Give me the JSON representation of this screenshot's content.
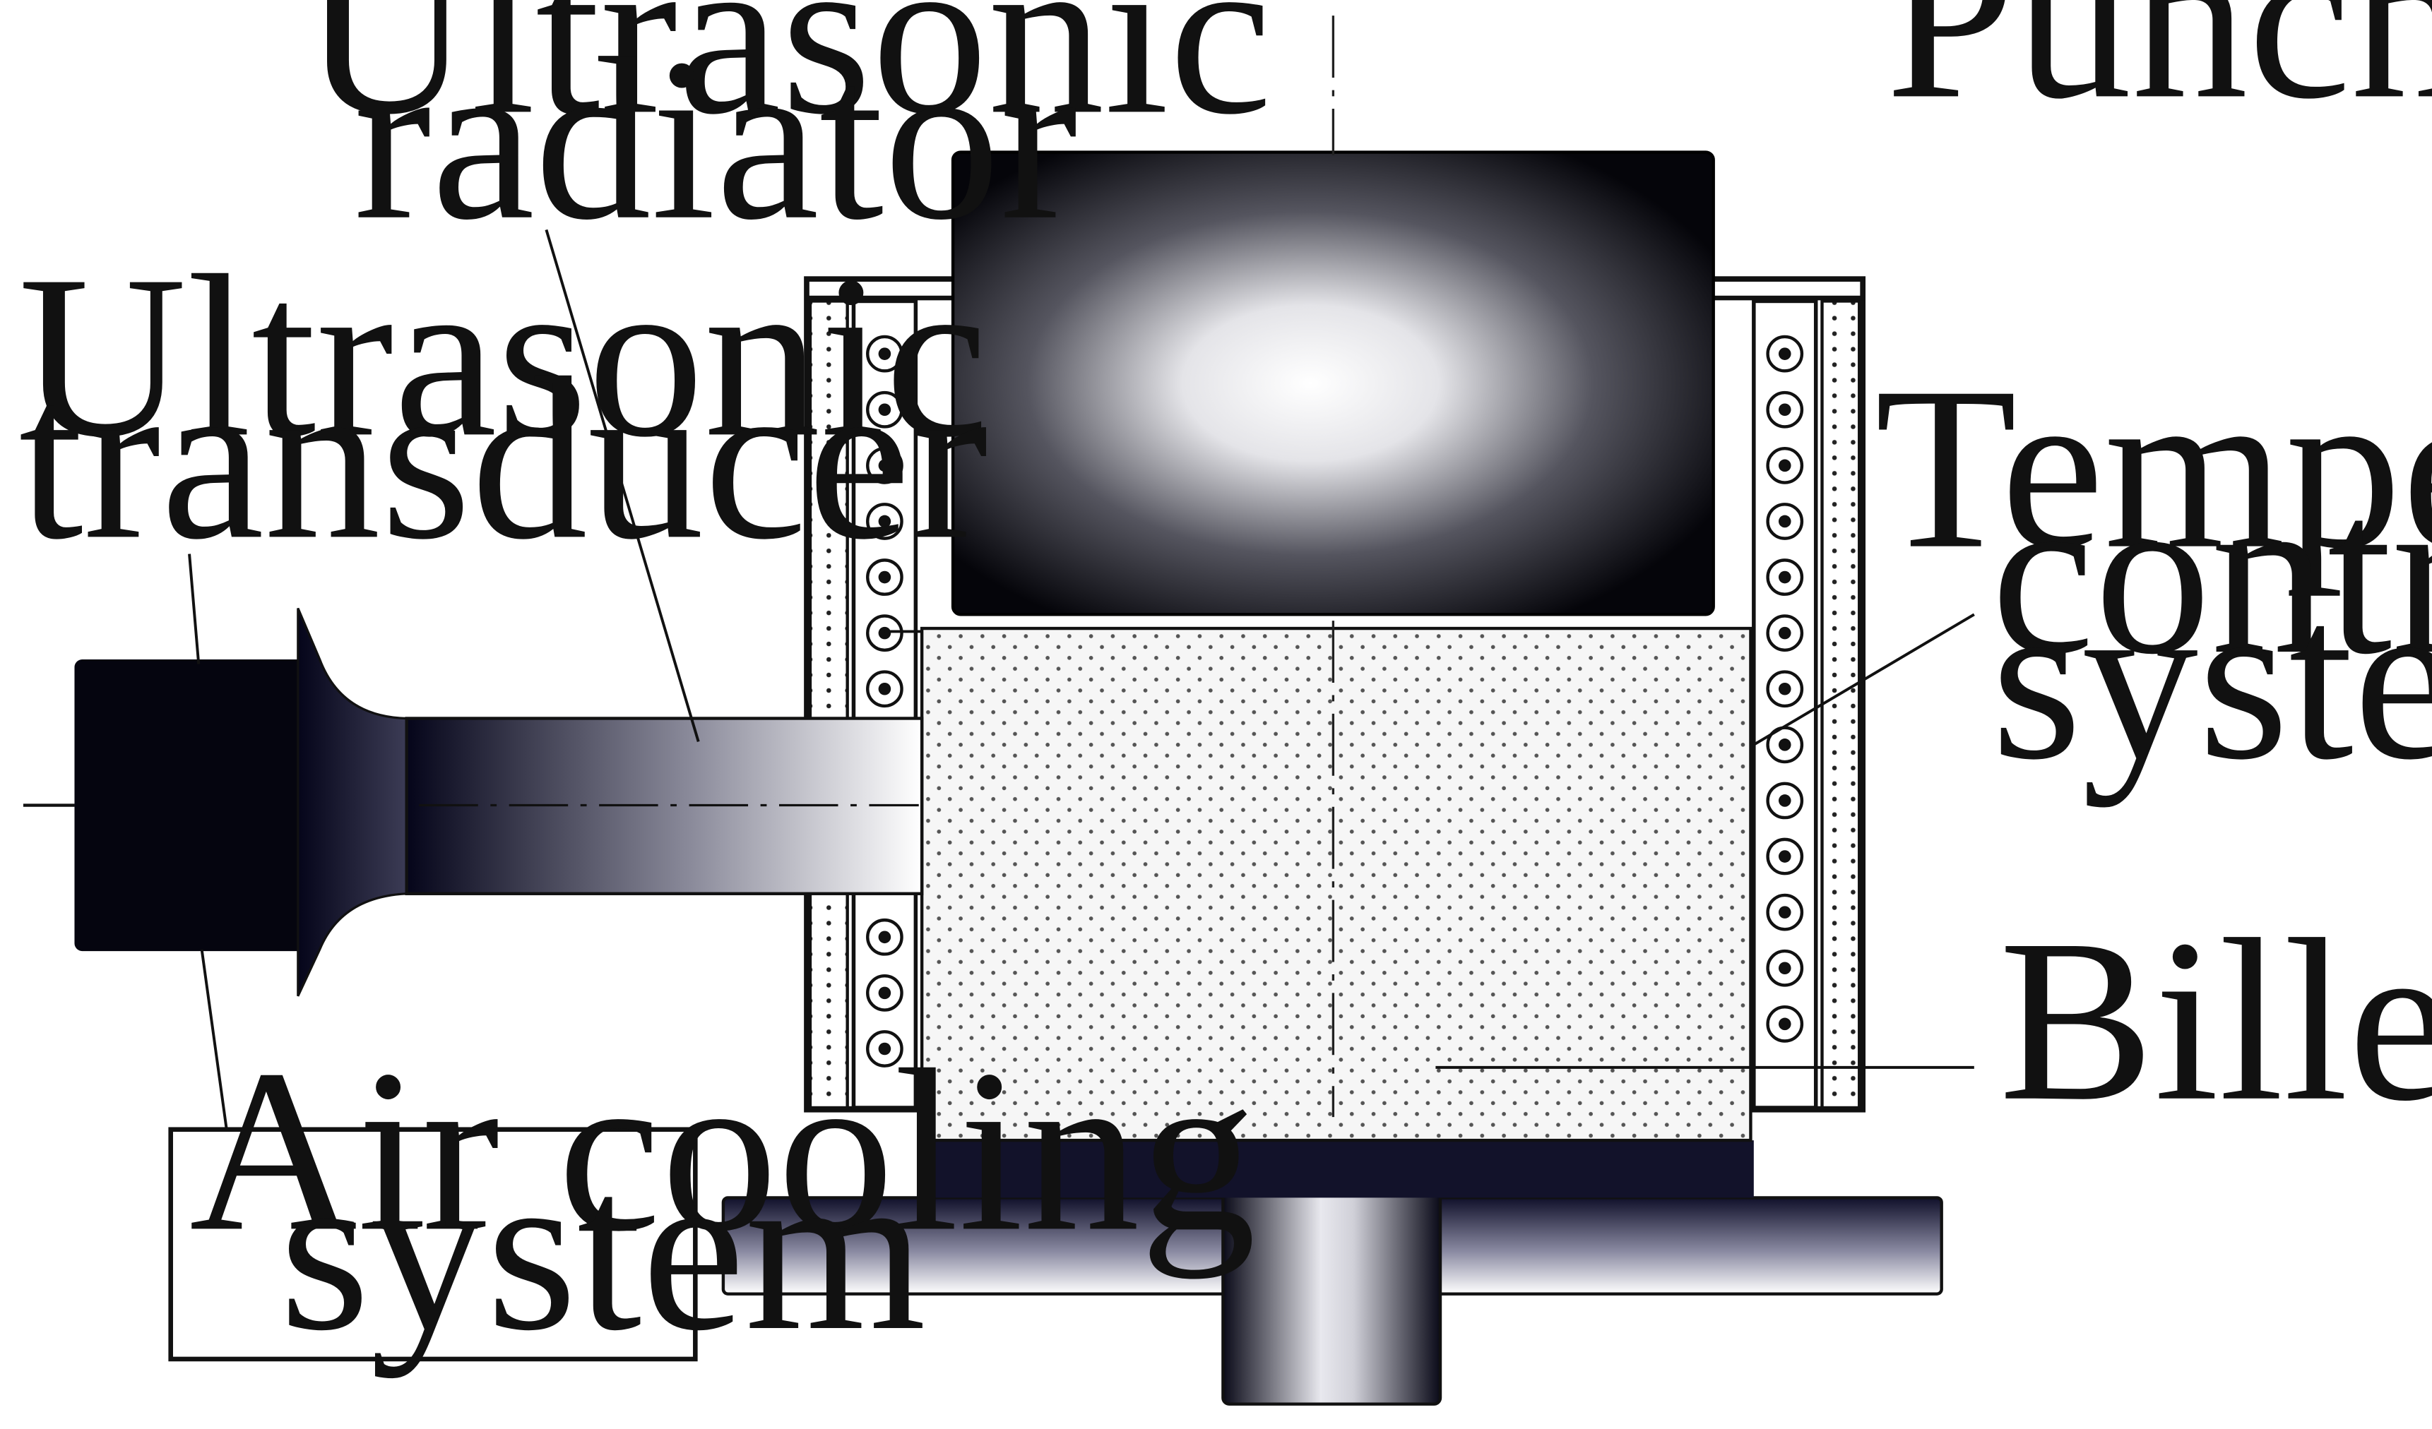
{
  "labels": {
    "punch": "Punch",
    "radiator_line1": "Ultrasonic",
    "radiator_line2": "radiator",
    "transducer_line1": "Ultrasonic",
    "transducer_line2": "transducer",
    "temperature_line1": "Temperature",
    "temperature_line2": "control",
    "temperature_line3": "system",
    "billet": "Billet",
    "air_cooling_line1": "Air cooling",
    "air_cooling_line2": "system"
  },
  "colors": {
    "ink": "#111111",
    "dark": "#05050f",
    "billet_fill": "#f5f5f5",
    "background": "#ffffff"
  }
}
